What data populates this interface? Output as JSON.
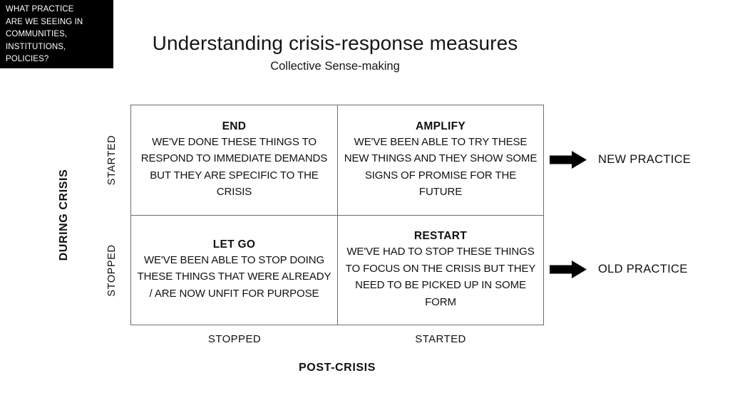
{
  "question_box": {
    "lines": [
      "WHAT PRACTICE",
      "ARE WE SEEING IN",
      "COMMUNITIES,",
      "INSTITUTIONS,",
      "POLICIES?"
    ],
    "background": "#000000",
    "text_color": "#ffffff"
  },
  "header": {
    "title": "Understanding crisis-response measures",
    "subtitle": "Collective Sense-making"
  },
  "matrix": {
    "border_color": "#6d6d6d",
    "cells": [
      {
        "position": "top-left",
        "title": "END",
        "body": "WE'VE DONE THESE THINGS TO RESPOND TO IMMEDIATE DEMANDS BUT THEY ARE SPECIFIC TO THE CRISIS"
      },
      {
        "position": "top-right",
        "title": "AMPLIFY",
        "body": "WE'VE BEEN ABLE TO TRY THESE NEW THINGS AND THEY SHOW SOME SIGNS OF PROMISE FOR THE FUTURE"
      },
      {
        "position": "bottom-left",
        "title": "LET GO",
        "body": "WE'VE BEEN ABLE TO STOP DOING THESE THINGS THAT WERE ALREADY / ARE NOW UNFIT FOR PURPOSE"
      },
      {
        "position": "bottom-right",
        "title": "RESTART",
        "body": "WE'VE HAD TO STOP THESE THINGS TO FOCUS ON THE CRISIS BUT THEY NEED TO BE PICKED UP IN SOME FORM"
      }
    ]
  },
  "y_axis": {
    "title": "DURING CRISIS",
    "ticks": [
      "STARTED",
      "STOPPED"
    ]
  },
  "x_axis": {
    "title": "POST-CRISIS",
    "ticks": [
      "STOPPED",
      "STARTED"
    ]
  },
  "outcomes": [
    {
      "icon": "right-arrow-icon",
      "label": "NEW PRACTICE",
      "color": "#000000"
    },
    {
      "icon": "right-arrow-icon",
      "label": "OLD PRACTICE",
      "color": "#000000"
    }
  ]
}
